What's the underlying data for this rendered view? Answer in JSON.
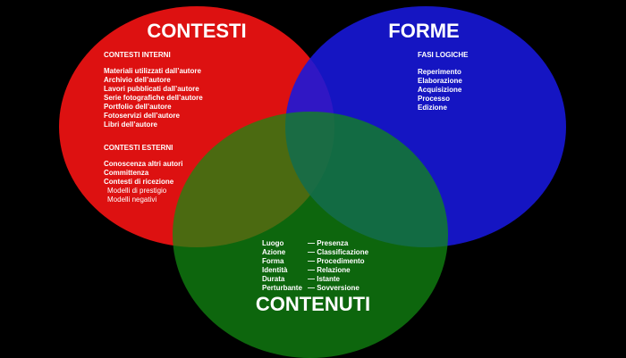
{
  "colors": {
    "background": "#000000",
    "contesti": "#dd1111",
    "forme": "#1818dd",
    "contenuti": "#128e12",
    "text": "#ffffff"
  },
  "circles": {
    "contesti": {
      "title": "CONTESTI",
      "sections": [
        {
          "heading": "CONTESTI INTERNI",
          "items": [
            "Materiali utilizzati dall’autore",
            "Archivio dell’autore",
            "Lavori pubblicati dall’autore",
            "Serie fotografiche dell’autore",
            "Portfolio dell’autore",
            "Fotoservizi dell’autore",
            "Libri dell’autore"
          ]
        },
        {
          "heading": "CONTESTI ESTERNI",
          "items": [
            "Conoscenza altri autori",
            "Committenza",
            "Contesti di ricezione"
          ],
          "subitems": [
            "Modelli di prestigio",
            "Modelli negativi"
          ]
        }
      ]
    },
    "forme": {
      "title": "FORME",
      "heading": "FASI LOGICHE",
      "items": [
        "Reperimento",
        "Elaborazione",
        "Acquisizione",
        "Processo",
        "Edizione"
      ]
    },
    "contenuti": {
      "title": "CONTENUTI",
      "left": [
        "Luogo",
        "Azione",
        "Forma",
        "Identità",
        "Durata",
        "Perturbante"
      ],
      "right": [
        "— Presenza",
        "— Classificazione",
        "— Procedimento",
        "— Relazione",
        "— Istante",
        "— Sovversione"
      ]
    }
  }
}
